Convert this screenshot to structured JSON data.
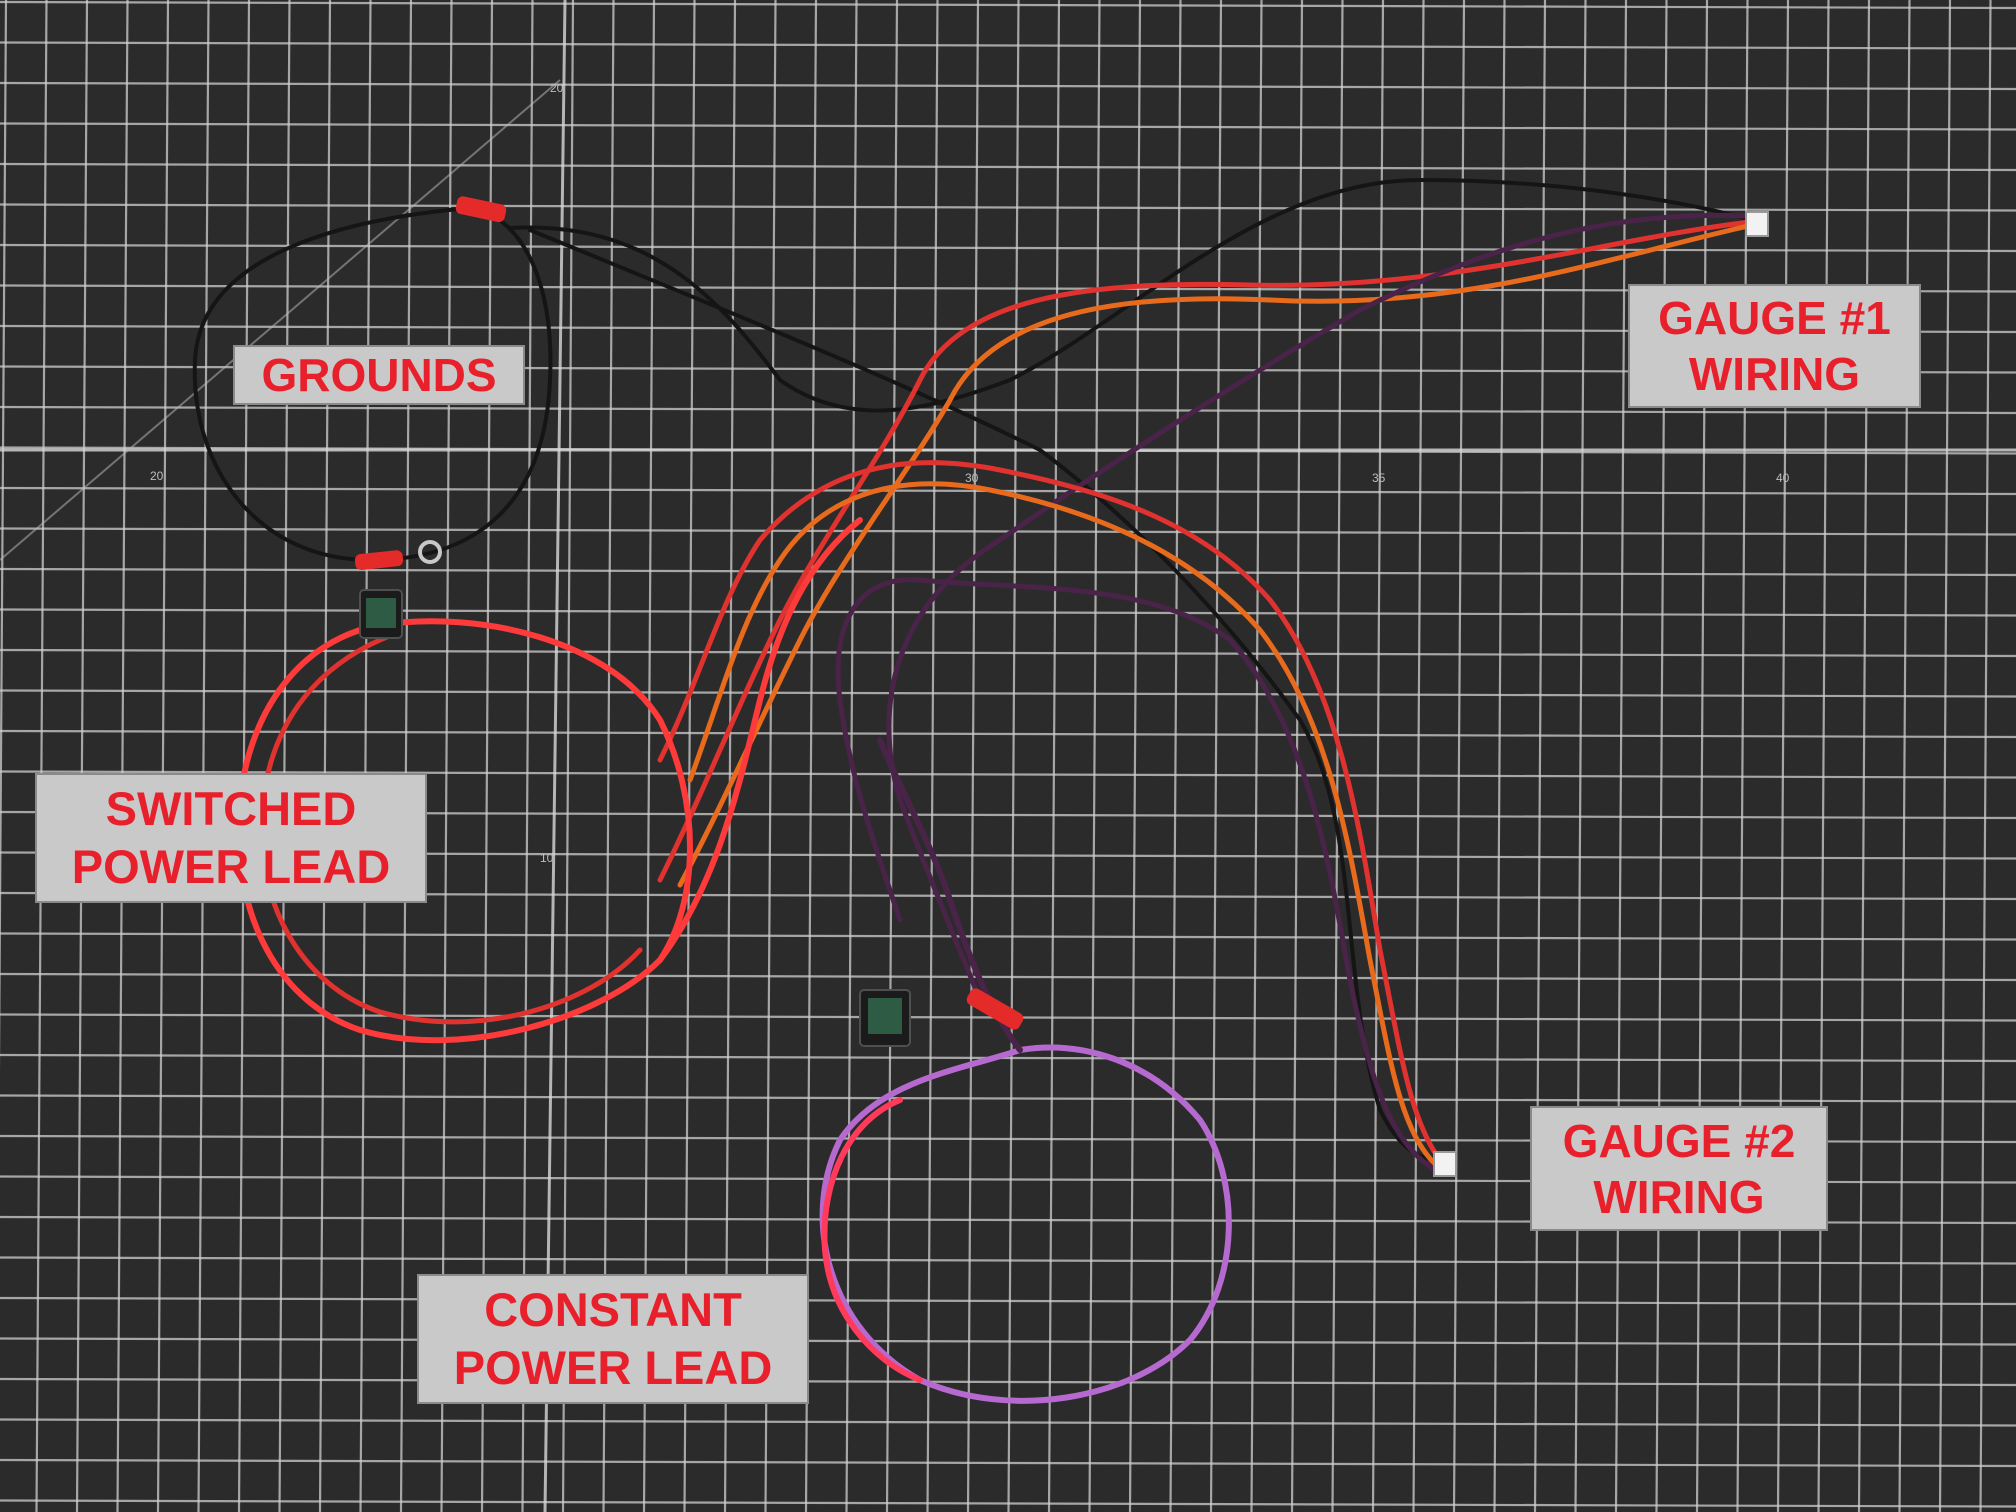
{
  "photo": {
    "colors": {
      "mat": "#2b2b2c",
      "grid_line": "#cfcfcf",
      "label_bg": "#c9c9c9",
      "label_text": "#e8202b",
      "wire_black": "#151515",
      "wire_red": "#e0322f",
      "wire_orange": "#e86a1c",
      "wire_purple": "#4a2348",
      "wire_violet": "#b66ad0",
      "wire_bright_red": "#ff3a3a"
    },
    "ruler_marks": [
      "20",
      "20",
      "30",
      "35",
      "40",
      "10"
    ]
  },
  "labels": {
    "grounds": {
      "lines": [
        "GROUNDS"
      ]
    },
    "gauge1": {
      "lines": [
        "GAUGE #1",
        "WIRING"
      ]
    },
    "switched": {
      "lines": [
        "SWITCHED",
        "POWER LEAD"
      ]
    },
    "gauge2": {
      "lines": [
        "GAUGE #2",
        "WIRING"
      ]
    },
    "constant": {
      "lines": [
        "CONSTANT",
        "POWER LEAD"
      ]
    }
  }
}
